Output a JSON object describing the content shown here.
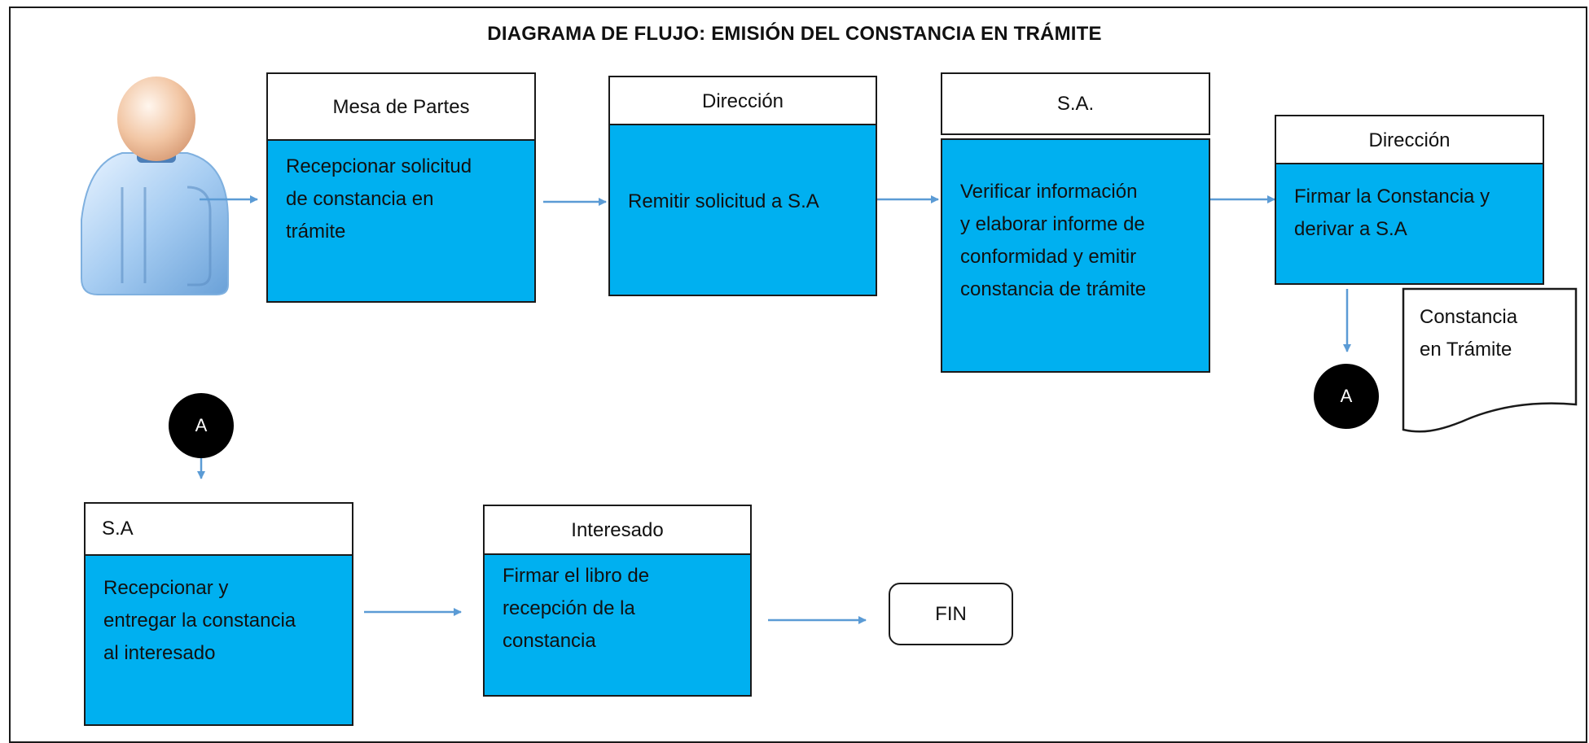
{
  "title": "DIAGRAMA  DE FLUJO: EMISIÓN DEL CONSTANCIA EN TRÁMITE",
  "steps": [
    {
      "header": "Mesa de Partes",
      "text": "Recepcionar solicitud\nde constancia en\ntrámite"
    },
    {
      "header": "Dirección",
      "text": "Remitir solicitud a S.A"
    },
    {
      "header": "S.A.",
      "text": "Verificar información\ny elaborar informe de\nconformidad  y  emitir\nconstancia de trámite"
    },
    {
      "header": "Dirección",
      "text": "Firmar la Constancia y\nderivar a S.A"
    },
    {
      "header": "S.A",
      "text": "Recepcionar y\nentregar la constancia\nal interesado"
    },
    {
      "header": "Interesado",
      "text": "Firmar el libro de\nrecepción de la\nconstancia"
    }
  ],
  "connectors": {
    "a_top": "A",
    "a_bottom": "A"
  },
  "document": {
    "text": "Constancia\nen Trámite"
  },
  "end": {
    "label": "FIN"
  },
  "icons": {
    "actor": "user-icon"
  },
  "colors": {
    "box_fill": "#00b0f0",
    "arrow": "#5b9bd5",
    "border": "#1a1a1a"
  }
}
